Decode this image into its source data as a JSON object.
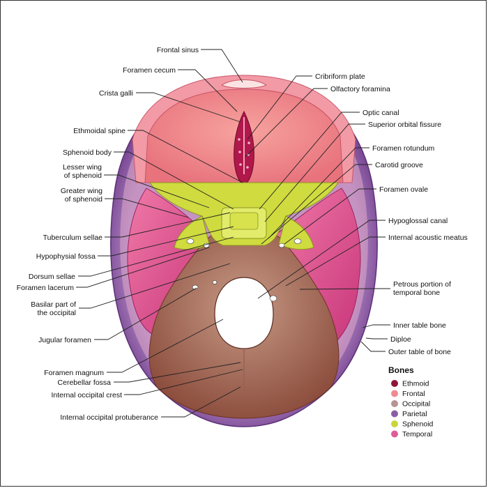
{
  "labels_left": [
    {
      "id": "crista-galli",
      "text": "Crista galli"
    },
    {
      "id": "ethmoidal-spine",
      "text": "Ethmoidal spine"
    },
    {
      "id": "sphenoid-body",
      "text": "Sphenoid body"
    },
    {
      "id": "lesser-wing-1",
      "text": "Lesser wing"
    },
    {
      "id": "lesser-wing-2",
      "text": "of sphenoid"
    },
    {
      "id": "greater-wing-1",
      "text": "Greater wing"
    },
    {
      "id": "greater-wing-2",
      "text": "of sphenoid"
    },
    {
      "id": "tuberculum-sellae",
      "text": "Tuberculum sellae"
    },
    {
      "id": "hypophysial-fossa",
      "text": "Hypophysial fossa"
    },
    {
      "id": "dorsum-sellae",
      "text": "Dorsum sellae"
    },
    {
      "id": "foramen-lacerum",
      "text": "Foramen lacerum"
    },
    {
      "id": "basilar-1",
      "text": "Basilar part of"
    },
    {
      "id": "basilar-2",
      "text": "the occipital"
    },
    {
      "id": "jugular-foramen",
      "text": "Jugular foramen"
    },
    {
      "id": "foramen-magnum",
      "text": "Foramen magnum"
    },
    {
      "id": "cerebellar-fossa",
      "text": "Cerebellar fossa"
    },
    {
      "id": "internal-occipital-crest",
      "text": "Internal occipital crest"
    },
    {
      "id": "internal-occipital-protuberance",
      "text": "Internal occipital protuberance"
    }
  ],
  "labels_top": [
    {
      "id": "frontal-sinus",
      "text": "Frontal sinus"
    },
    {
      "id": "foramen-cecum",
      "text": "Foramen cecum"
    }
  ],
  "labels_right": [
    {
      "id": "cribriform-plate",
      "text": "Cribriform plate"
    },
    {
      "id": "olfactory-foramina",
      "text": "Olfactory foramina"
    },
    {
      "id": "optic-canal",
      "text": "Optic canal"
    },
    {
      "id": "superior-orbital-fissure",
      "text": "Superior orbital fissure"
    },
    {
      "id": "foramen-rotundum",
      "text": "Foramen rotundum"
    },
    {
      "id": "carotid-groove",
      "text": "Carotid groove"
    },
    {
      "id": "foramen-ovale",
      "text": "Foramen ovale"
    },
    {
      "id": "hypoglossal-canal",
      "text": "Hypoglossal canal"
    },
    {
      "id": "internal-acoustic-meatus",
      "text": "Internal acoustic meatus"
    },
    {
      "id": "petrous-1",
      "text": "Petrous portion of"
    },
    {
      "id": "petrous-2",
      "text": "temporal bone"
    },
    {
      "id": "inner-table",
      "text": "Inner table bone"
    },
    {
      "id": "diploe",
      "text": "Diploe"
    },
    {
      "id": "outer-table",
      "text": "Outer table of bone"
    }
  ],
  "legend": {
    "title": "Bones",
    "items": [
      {
        "label": "Ethmoid",
        "color": "#8e1438"
      },
      {
        "label": "Frontal",
        "color": "#f08a8f"
      },
      {
        "label": "Occipital",
        "color": "#b89294"
      },
      {
        "label": "Parietal",
        "color": "#8a5ea6"
      },
      {
        "label": "Sphenoid",
        "color": "#c9d63a"
      },
      {
        "label": "Temporal",
        "color": "#de5c9a"
      }
    ]
  }
}
